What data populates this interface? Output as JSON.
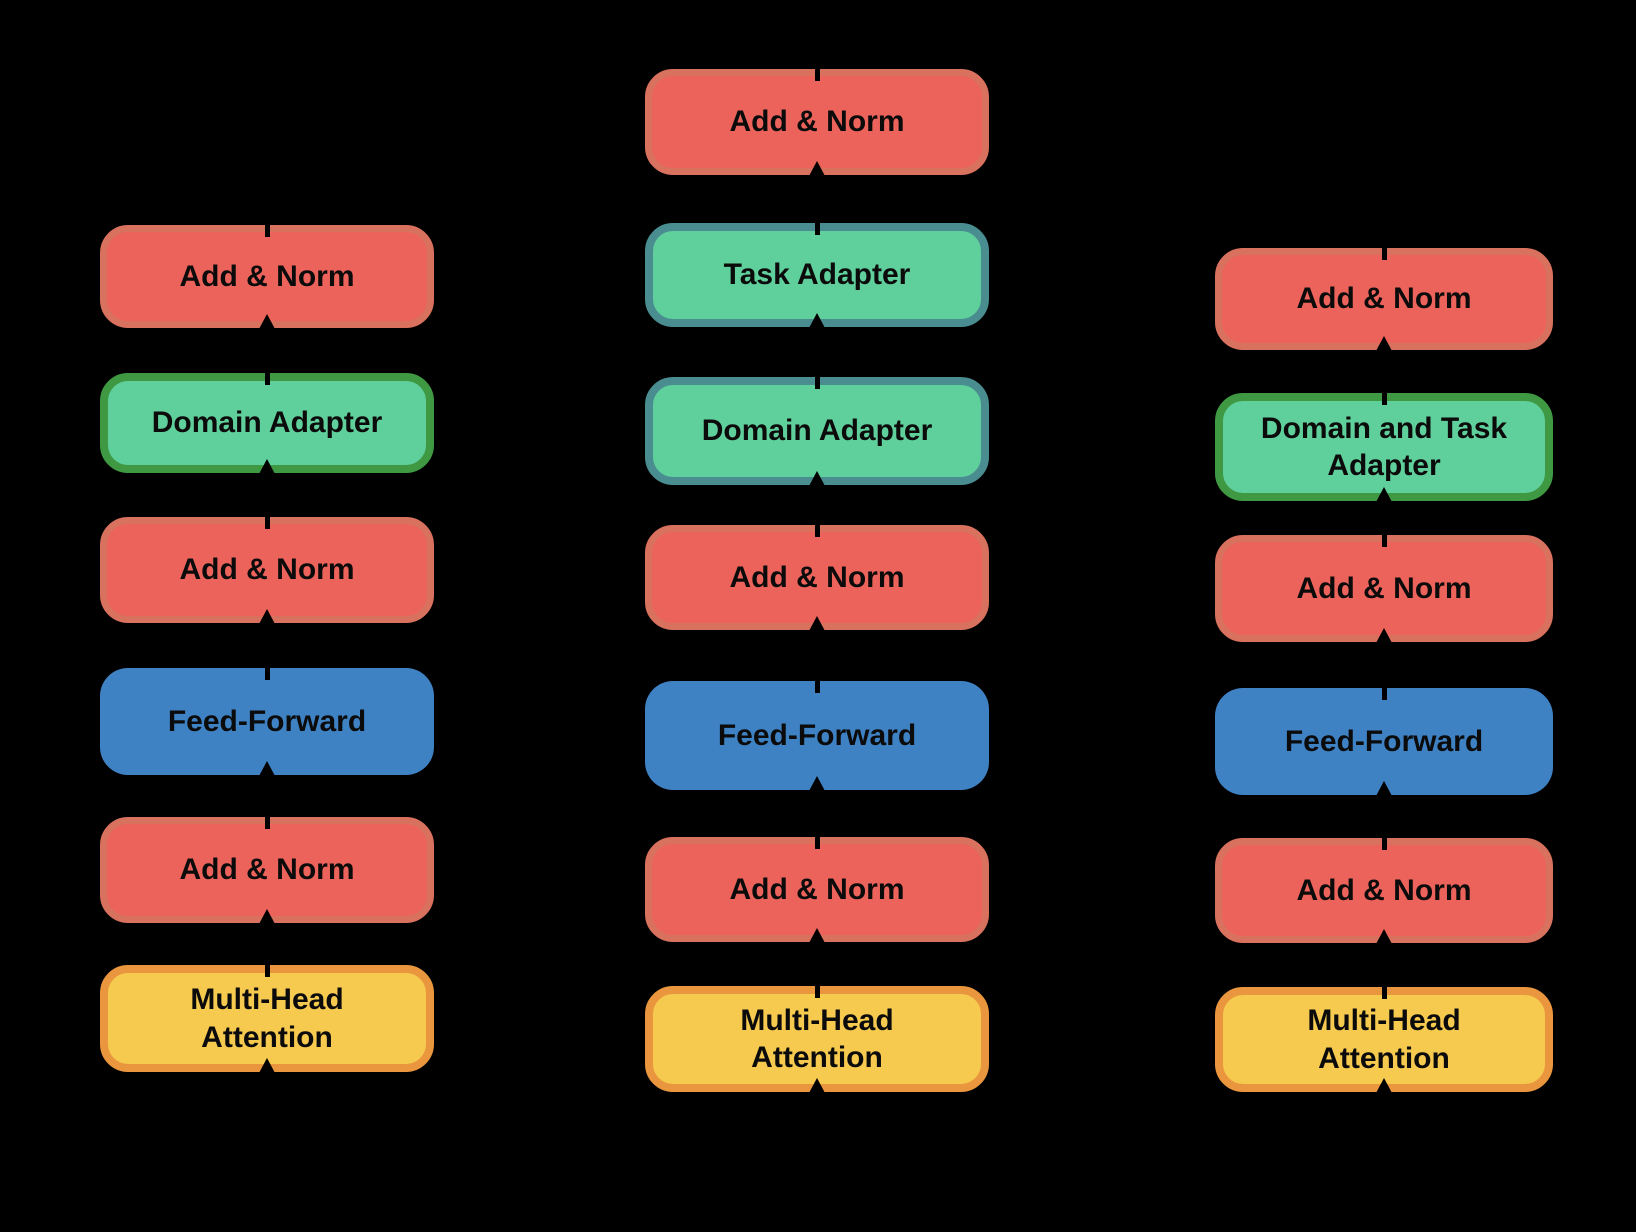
{
  "diagram": {
    "background_color": "#000000",
    "palette": {
      "add_norm_fill": "#EC635B",
      "add_norm_border": "#D8715E",
      "adapter_fill": "#5FCF9B",
      "adapter_border_green": "#3F9943",
      "adapter_border_teal": "#4A8D91",
      "feed_forward_fill": "#3E82C4",
      "attention_fill": "#F6C94F",
      "attention_border": "#E9963E",
      "arrow_color": "#000000",
      "label_color": "#0B0B0B"
    },
    "columns": [
      {
        "id": "left",
        "blocks": [
          {
            "label": "Add & Norm",
            "type": "add_norm"
          },
          {
            "label": "Domain Adapter",
            "type": "adapter_green"
          },
          {
            "label": "Add & Norm",
            "type": "add_norm"
          },
          {
            "label": "Feed-Forward",
            "type": "feed_forward"
          },
          {
            "label": "Add & Norm",
            "type": "add_norm"
          },
          {
            "label": "Multi-Head\nAttention",
            "type": "attention"
          }
        ]
      },
      {
        "id": "middle",
        "blocks": [
          {
            "label": "Add & Norm",
            "type": "add_norm"
          },
          {
            "label": "Task Adapter",
            "type": "adapter_teal"
          },
          {
            "label": "Domain Adapter",
            "type": "adapter_teal"
          },
          {
            "label": "Add & Norm",
            "type": "add_norm"
          },
          {
            "label": "Feed-Forward",
            "type": "feed_forward"
          },
          {
            "label": "Add & Norm",
            "type": "add_norm"
          },
          {
            "label": "Multi-Head\nAttention",
            "type": "attention"
          }
        ]
      },
      {
        "id": "right",
        "blocks": [
          {
            "label": "Add & Norm",
            "type": "add_norm"
          },
          {
            "label": "Domain and Task\nAdapter",
            "type": "adapter_green"
          },
          {
            "label": "Add & Norm",
            "type": "add_norm"
          },
          {
            "label": "Feed-Forward",
            "type": "feed_forward"
          },
          {
            "label": "Add & Norm",
            "type": "add_norm"
          },
          {
            "label": "Multi-Head\nAttention",
            "type": "attention"
          }
        ]
      }
    ]
  }
}
